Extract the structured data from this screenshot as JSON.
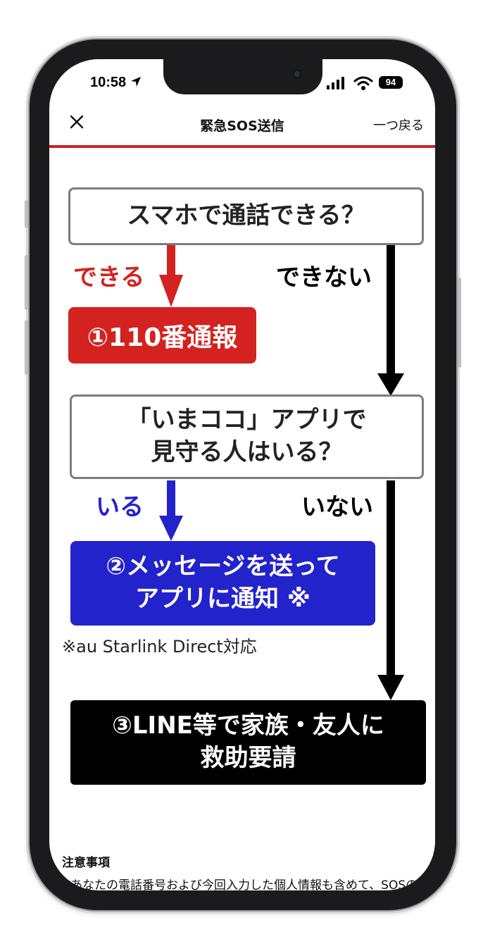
{
  "status_bar": {
    "time": "10:58",
    "battery": "94"
  },
  "nav": {
    "title": "緊急SOS送信",
    "back_label": "一つ戻る"
  },
  "flow": {
    "q1": "スマホで通話できる？",
    "yes1": "できる",
    "no1": "できない",
    "a1": "①110番通報",
    "q2_line1": "「いまココ」アプリで",
    "q2_line2": "見守る人はいる？",
    "yes2": "いる",
    "no2": "いない",
    "a2_line1": "②メッセージを送って",
    "a2_line2": "アプリに通知 ※",
    "footnote": "※au Starlink Direct対応",
    "a3_line1": "③LINE等で家族・友人に",
    "a3_line2": "救助要請"
  },
  "caution": {
    "title": "注意事項",
    "text": "あなたの電話番号および今回入力した個人情報も含めて、SOSの"
  },
  "colors": {
    "red": "#d3221f",
    "blue": "#2323cc",
    "black": "#000000",
    "accent_rule": "#c8241f"
  },
  "icons": {
    "close": "close-icon",
    "location": "location-arrow-icon",
    "signal": "signal-icon",
    "wifi": "wifi-icon",
    "battery": "battery-icon"
  }
}
